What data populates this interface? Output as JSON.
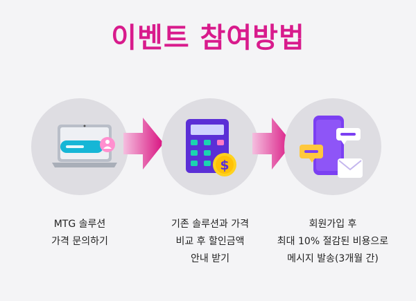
{
  "title": "이벤트 참여방법",
  "colors": {
    "title": "#d81b8c",
    "circle": "#dedde2",
    "arrow_start": "#f5bedf",
    "arrow_end": "#d8117f"
  },
  "steps": [
    {
      "icon": "laptop-chat-icon",
      "lines": [
        "MTG 솔루션",
        "가격 문의하기"
      ]
    },
    {
      "icon": "calculator-dollar-icon",
      "lines": [
        "기존 솔루션과 가격",
        "비교 후 할인금액",
        "안내 받기"
      ]
    },
    {
      "icon": "phone-messages-icon",
      "lines": [
        "회원가입 후",
        "최대 10% 절감된 비용으로",
        "메시지 발송(3개월 간)"
      ]
    }
  ]
}
